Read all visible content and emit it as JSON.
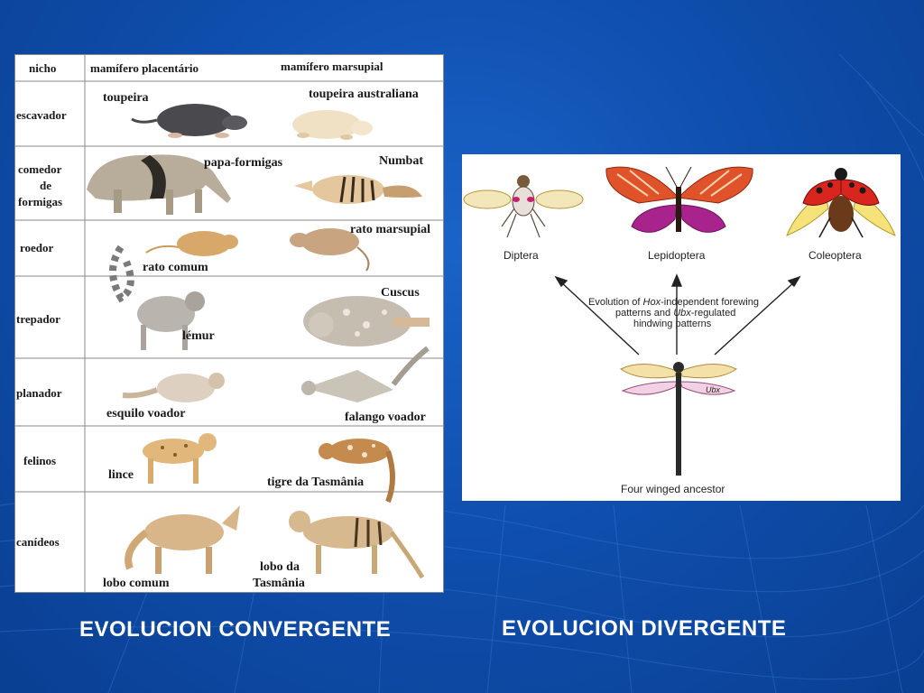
{
  "convergent_table": {
    "headers": {
      "niche": "nicho",
      "placental": "mamífero placentário",
      "marsupial": "mamífero marsupial"
    },
    "rows": [
      {
        "niche_lines": [
          "escavador"
        ],
        "placental": "toupeira",
        "marsupial": "toupeira australiana"
      },
      {
        "niche_lines": [
          "comedor",
          "de",
          "formigas"
        ],
        "placental": "papa-formigas",
        "marsupial": "Numbat"
      },
      {
        "niche_lines": [
          "roedor"
        ],
        "placental": "rato comum",
        "marsupial": "rato marsupial"
      },
      {
        "niche_lines": [
          "trepador"
        ],
        "placental": "lémur",
        "marsupial": "Cuscus"
      },
      {
        "niche_lines": [
          "planador"
        ],
        "placental": "esquilo voador",
        "marsupial": "falango voador"
      },
      {
        "niche_lines": [
          "felinos"
        ],
        "placental": "lince",
        "marsupial": "tigre da Tasmânia"
      },
      {
        "niche_lines": [
          "canídeos"
        ],
        "placental": "lobo comum",
        "marsupial_lines": [
          "lobo da",
          "Tasmânia"
        ]
      }
    ]
  },
  "divergent_figure": {
    "orders": [
      "Diptera",
      "Lepidoptera",
      "Coleoptera"
    ],
    "note_lines": [
      "Evolution of ",
      "Hox",
      "-independent forewing",
      "patterns and ",
      "Ubx",
      "-regulated",
      "hindwing patterns"
    ],
    "gene_label": "Ubx",
    "ancestor_label": "Four winged ancestor"
  },
  "captions": {
    "left": "EVOLUCION CONVERGENTE",
    "right": "EVOLUCION DIVERGENTE"
  },
  "colors": {
    "background": "#0f4fae",
    "caption_text": "#ffffff",
    "ladybug_red": "#d8261e",
    "butterfly_orange": "#e0532a",
    "butterfly_magenta": "#a8238c"
  }
}
